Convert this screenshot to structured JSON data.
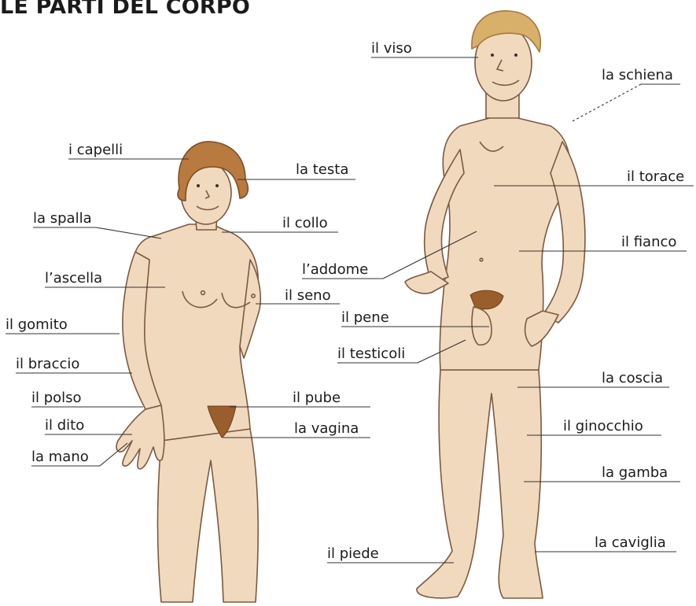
{
  "title": "LE PARTI DEL CORPO",
  "labels": {
    "capelli": "i capelli",
    "testa": "la testa",
    "spalla": "la spalla",
    "collo": "il collo",
    "ascella": "l’ascella",
    "seno": "il seno",
    "gomito": "il gomito",
    "braccio": "il braccio",
    "polso": "il polso",
    "pube": "il pube",
    "dito": "il dito",
    "vagina": "la vagina",
    "mano": "la mano",
    "viso": "il viso",
    "schiena": "la schiena",
    "torace": "il torace",
    "fianco": "il fianco",
    "addome": "l’addome",
    "pene": "il pene",
    "testicoli": "il testicoli",
    "coscia": "la coscia",
    "ginocchio": "il ginocchio",
    "gamba": "la gamba",
    "caviglia": "la caviglia",
    "piede": "il piede"
  },
  "colors": {
    "skin": "#f1d9bd",
    "skin_shade": "#e2bc98",
    "hair": "#b87a3e",
    "male_hair": "#d8b06a",
    "outline": "#7a5a40",
    "leader": "#333333"
  }
}
